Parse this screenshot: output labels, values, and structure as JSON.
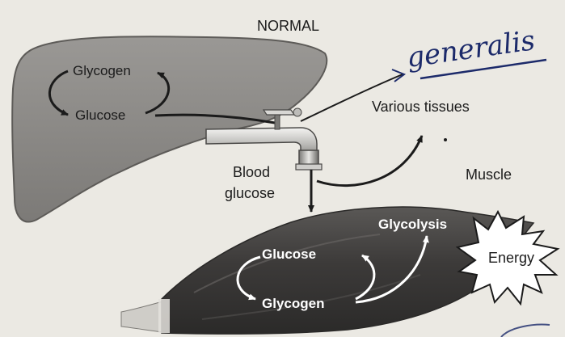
{
  "diagram": {
    "title": "NORMAL",
    "handwritten_note": "generalis",
    "liver": {
      "glycogen_label": "Glycogen",
      "glucose_label": "Glucose"
    },
    "blood_glucose_label_line1": "Blood",
    "blood_glucose_label_line2": "glucose",
    "various_tissues_label": "Various tissues",
    "muscle": {
      "title": "Muscle",
      "glucose_label": "Glucose",
      "glycogen_label": "Glycogen",
      "glycolysis_label": "Glycolysis",
      "energy_label": "Energy"
    },
    "colors": {
      "background": "#ebe9e3",
      "liver_fill": "#8e8c89",
      "muscle_fill": "#3e3c3b",
      "ink": "#1b1b1b",
      "handwriting_ink": "#1c2a6a"
    }
  }
}
